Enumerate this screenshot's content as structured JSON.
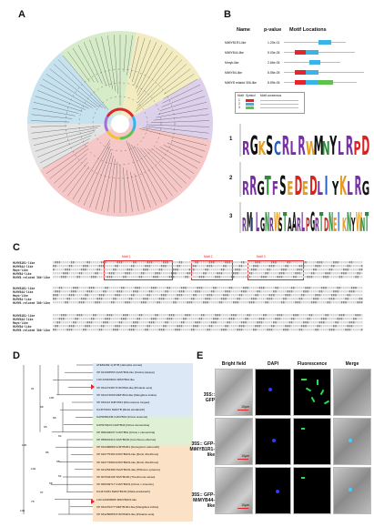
{
  "panels": {
    "a": "A",
    "b": "B",
    "c": "C",
    "d": "D",
    "e": "E"
  },
  "panelB": {
    "headers": {
      "name": "Name",
      "pvalue": "p-value",
      "motif": "Motif Locations"
    },
    "rows": [
      {
        "name": "MiMYB1R1-like",
        "pvalue": "1.20e-01"
      },
      {
        "name": "MiMYB44-like",
        "pvalue": "5.03e-05"
      },
      {
        "name": "Mmyb-like",
        "pvalue": "2.66e-05"
      },
      {
        "name": "MiMYB4-like",
        "pvalue": "8.55e-05"
      },
      {
        "name": "MiMYB related 306-like",
        "pvalue": "8.59e-05"
      }
    ],
    "legend_title": [
      "Motif",
      "Symbol",
      "Motif consensus"
    ],
    "legend_rows": [
      "1",
      "2",
      "3"
    ],
    "logo_numbers": [
      "1",
      "2",
      "3"
    ],
    "logo_seqs": [
      "RGKSCRLRWMNYLRPD",
      "RRGTFSEDEDLIYKLRG",
      "RMILGNRWSTAARLPGRTDNEIKNYWNT"
    ]
  },
  "panelC": {
    "motif_labels": [
      "Motif 1",
      "Motif 2",
      "Motif 3"
    ],
    "seq_names": [
      "MiMYB1R1-like",
      "MiMYB44-like",
      "Mmyb-like",
      "MiMYB4-like",
      "MiMYB related 306-like"
    ]
  },
  "panelD": {
    "leaves": [
      "ATE52282.1| MYB [Jatropha curcas]",
      "XP 021903563 CpMYB44-like [Carica papaya]",
      "LOC123329024 MiMYB44-like",
      "XP 031272387 PvMYB44-like [Pistacia vera]",
      "XP 044474069 MiMYB44-like [Mangifera indica]",
      "XP 034113 DiMYB44 [Dimocarpus longan]",
      "KAJ070102 MaMYB [Melia azedarach]",
      "KAH0952345 CsMYB44 [Citrus sinensis]",
      "KAH970224 CsMYB44 [Citrus clementina]",
      "XP 006434037 CcMYB44 [Citrus x clementina]",
      "XP 059631314 CiMYB1R1 [Corchorus olitorius]",
      "XP 012400869 GrMYB1R1 [Gossypium raimondii]",
      "XP 022775454 DzMYB1R1-like [Durio zibethinus]",
      "XP 022773660 DzMYB1R1-like [Durio zibethinus]",
      "XP 021253486 HuMYB1R1-like [Hibiscus syriacus]",
      "XP 007033108 TcMYB1R1 [Theobroma cacao]",
      "XP 006439717 CsMYB1R1 [Citrus x sinensis]",
      "KAJ472234 MaMYB1R1 [Melia azedarach]",
      "LOC123308005 MiMYB1R1-like",
      "XP 044470277 MiMYB1R1-like [Mangifera indica]",
      "XP 031250859 PvMYB1R1-like [Pistacia vera]"
    ],
    "bootstrap": [
      "91",
      "100",
      "98",
      "68",
      "65",
      "64",
      "100",
      "86",
      "98",
      "100",
      "64",
      "58",
      "97",
      "78",
      "100"
    ]
  },
  "panelE": {
    "columns": [
      "Bright field",
      "DAPI",
      "Fluorescence",
      "Merge"
    ],
    "rows": [
      [
        "35S:: GFP"
      ],
      [
        "35S:: GFP-",
        "MiMYB1R1-like"
      ],
      [
        "35S:: GFP-",
        "MiMYB44-like"
      ]
    ],
    "scale": "10μm"
  },
  "colors": {
    "clade_pink": "#f6c7c7",
    "clade_blue": "#c6e2ef",
    "clade_green": "#d6ecc8",
    "clade_purple": "#ddd0ea",
    "clade_yellow": "#f3ecc0",
    "clade_grey": "#e4e4e4",
    "motif_cyan": "#3ab4e6",
    "motif_red": "#e3262b",
    "motif_green": "#5fc24a",
    "tree_blue": "#dce8f5",
    "tree_green": "#dff0d4",
    "tree_orange": "#fbe1c6"
  }
}
